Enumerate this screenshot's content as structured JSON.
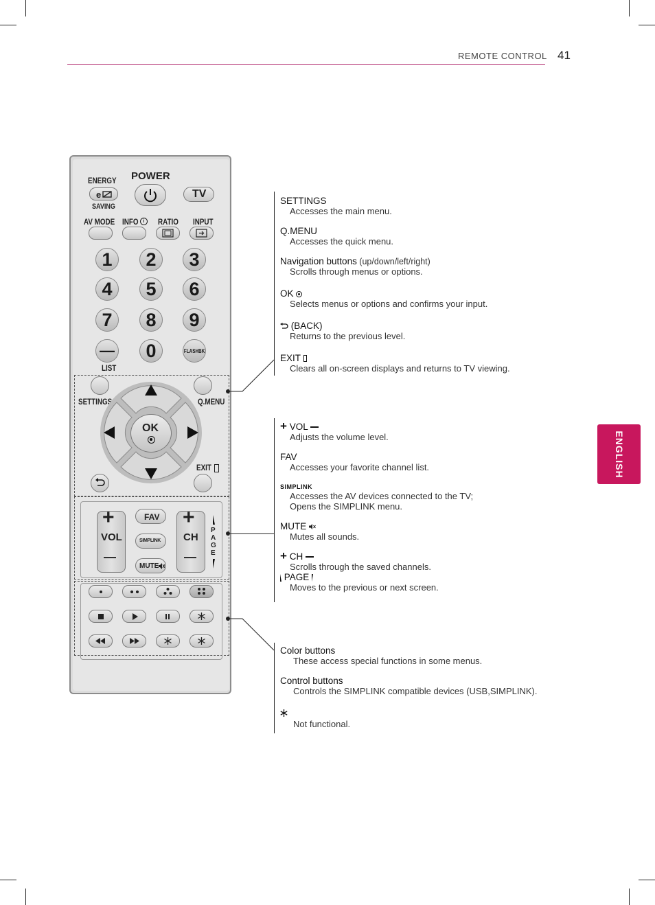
{
  "header": {
    "section": "REMOTE CONTROL",
    "page_number": "41"
  },
  "language_tab": "ENGLISH",
  "remote": {
    "top_labels": {
      "energy": "ENERGY",
      "saving": "SAVING",
      "power": "POWER",
      "tv": "TV"
    },
    "row2_labels": {
      "av_mode": "AV MODE",
      "info": "INFO",
      "ratio": "RATIO",
      "input": "INPUT"
    },
    "numbers": [
      "1",
      "2",
      "3",
      "4",
      "5",
      "6",
      "7",
      "8",
      "9",
      "0"
    ],
    "dash_symbol": "—",
    "list": "LIST",
    "flashbk": "FLASHBK",
    "settings": "SETTINGS",
    "qmenu": "Q.MENU",
    "ok": "OK",
    "exit": "EXIT",
    "vol": "VOL",
    "ch": "CH",
    "fav": "FAV",
    "simplink": "SIMPLINK",
    "mute": "MUTE",
    "page_letters": [
      "P",
      "A",
      "G",
      "E"
    ],
    "plus": "+",
    "minus": "—"
  },
  "group1": [
    {
      "title": "SETTINGS",
      "text": "Accesses the main menu."
    },
    {
      "title": "Q.MENU",
      "text": "Accesses the quick menu."
    },
    {
      "title": "Navigation buttons",
      "title_extra": " (up/down/left/right)",
      "text": "Scrolls through menus or options."
    },
    {
      "title": "OK",
      "text": "Selects menus or options and confirms your input."
    },
    {
      "title": "(BACK)",
      "text": "Returns to the previous level."
    },
    {
      "title": "EXIT",
      "text": "Clears all on-screen displays and returns to TV viewing."
    }
  ],
  "group2": [
    {
      "title": "VOL",
      "text": "Adjusts the volume level."
    },
    {
      "title": "FAV",
      "text": "Accesses your favorite channel list."
    },
    {
      "title": "SIMPLINK",
      "text": "Accesses the AV devices connected to the TV;",
      "text2": "Opens the SIMPLINK menu."
    },
    {
      "title": "MUTE",
      "text": "Mutes all sounds."
    },
    {
      "title": "CH",
      "text": "Scrolls through the saved channels."
    },
    {
      "title": "PAGE",
      "text": "Moves to the previous or next screen."
    }
  ],
  "group3": [
    {
      "title": "Color buttons",
      "text": "These access special functions in some menus."
    },
    {
      "title": "Control buttons",
      "text": "Controls the SIMPLINK compatible devices (USB,SIMPLINK)."
    },
    {
      "title": "",
      "text": "Not functional."
    }
  ],
  "colors": {
    "accent": "#c8175d",
    "rule": "#b0266a"
  }
}
